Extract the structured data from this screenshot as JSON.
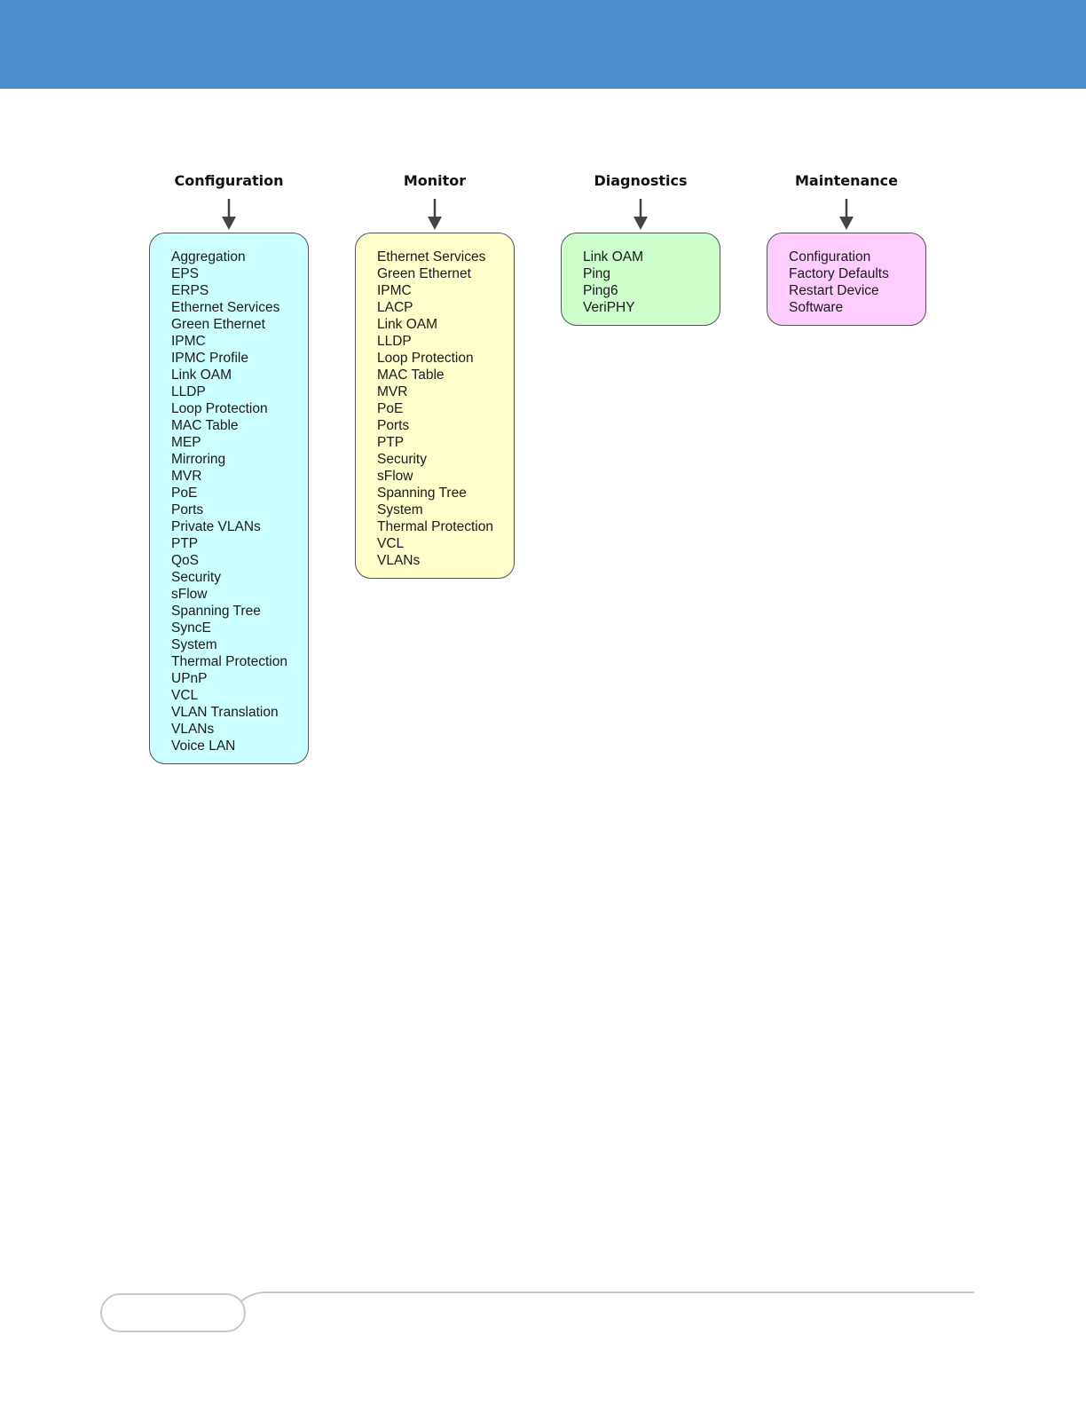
{
  "colors": {
    "header_band": "#4b8fcc",
    "configuration_box": "#ccffff",
    "monitor_box": "#ffffcc",
    "diagnostics_box": "#ccffcc",
    "maintenance_box": "#ffccff",
    "footer_line": "#c8c8c8"
  },
  "columns": [
    {
      "title": "Configuration",
      "items": [
        "Aggregation",
        "EPS",
        "ERPS",
        "Ethernet Services",
        "Green Ethernet",
        "IPMC",
        "IPMC Profile",
        "Link OAM",
        "LLDP",
        "Loop Protection",
        "MAC Table",
        "MEP",
        "Mirroring",
        "MVR",
        "PoE",
        "Ports",
        "Private VLANs",
        "PTP",
        "QoS",
        "Security",
        "sFlow",
        "Spanning Tree",
        "SyncE",
        "System",
        "Thermal Protection",
        "UPnP",
        "VCL",
        "VLAN Translation",
        "VLANs",
        "Voice LAN"
      ]
    },
    {
      "title": "Monitor",
      "items": [
        "Ethernet Services",
        "Green Ethernet",
        "IPMC",
        "LACP",
        "Link OAM",
        "LLDP",
        "Loop Protection",
        "MAC Table",
        "MVR",
        "PoE",
        "Ports",
        "PTP",
        "Security",
        "sFlow",
        "Spanning Tree",
        "System",
        "Thermal Protection",
        "VCL",
        "VLANs"
      ]
    },
    {
      "title": "Diagnostics",
      "items": [
        "Link OAM",
        "Ping",
        "Ping6",
        "VeriPHY"
      ]
    },
    {
      "title": "Maintenance",
      "items": [
        "Configuration",
        "Factory Defaults",
        "Restart Device",
        "Software"
      ]
    }
  ]
}
